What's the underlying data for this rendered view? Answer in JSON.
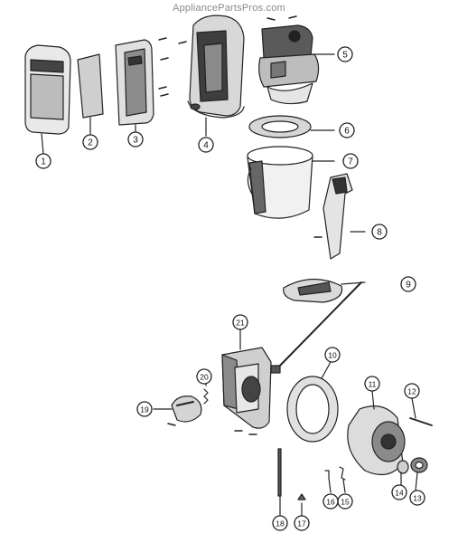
{
  "watermark": "AppliancePartsPros.com",
  "callouts": [
    {
      "num": "1"
    },
    {
      "num": "2"
    },
    {
      "num": "3"
    },
    {
      "num": "4"
    },
    {
      "num": "5"
    },
    {
      "num": "6"
    },
    {
      "num": "7"
    },
    {
      "num": "8"
    },
    {
      "num": "9"
    },
    {
      "num": "10"
    },
    {
      "num": "11"
    },
    {
      "num": "12"
    },
    {
      "num": "13"
    },
    {
      "num": "14"
    },
    {
      "num": "15"
    },
    {
      "num": "16"
    },
    {
      "num": "17"
    },
    {
      "num": "18"
    },
    {
      "num": "19"
    },
    {
      "num": "20"
    },
    {
      "num": "21"
    }
  ],
  "colors": {
    "line": "#222222",
    "shade": "#9a9a9a",
    "dark": "#4a4a4a",
    "light": "#dcdcdc"
  }
}
